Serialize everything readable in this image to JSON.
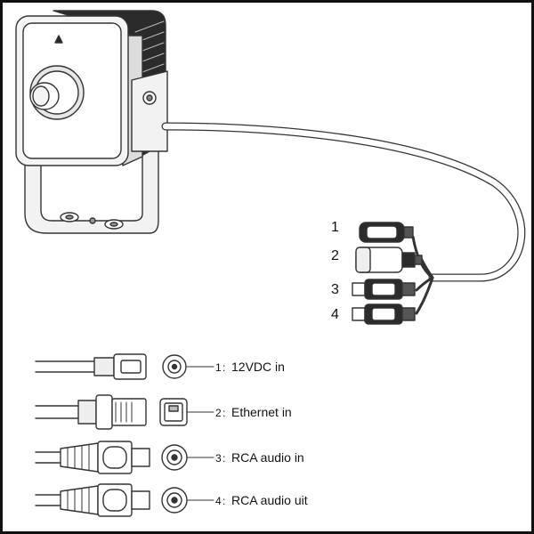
{
  "callouts": [
    "1",
    "2",
    "3",
    "4"
  ],
  "legend": [
    {
      "number": "1",
      "sep": ":",
      "text": "12VDC in"
    },
    {
      "number": "2",
      "sep": ":",
      "text": "Ethernet in"
    },
    {
      "number": "3",
      "sep": ":",
      "text": "RCA audio in"
    },
    {
      "number": "4",
      "sep": ":",
      "text": "RCA audio uit"
    }
  ],
  "colors": {
    "line": "#333333",
    "fill": "#ffffff",
    "shade": "#e6e6e6",
    "dark": "#222222"
  }
}
